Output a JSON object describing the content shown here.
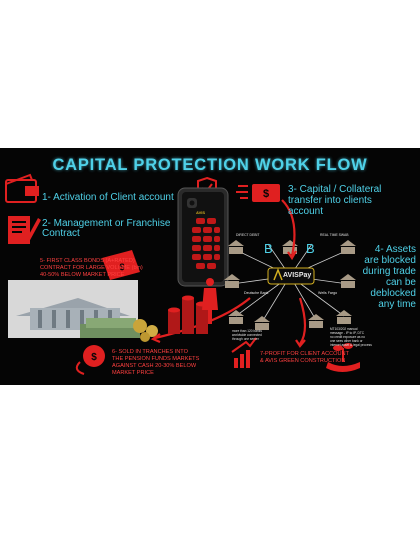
{
  "title": "CAPITAL PROTECTION WORK FLOW",
  "steps": {
    "s1": "1- Activation of Client account",
    "s2a": "2- Management  or Franchise",
    "s2b": "Contract",
    "s3a": "3- Capital / Collateral",
    "s3b": "transfer into clients",
    "s3c": "account",
    "s4a": "4- Assets",
    "s4b": "are blocked",
    "s4c": "during trade",
    "s4d": "can be",
    "s4e": "deblocked",
    "s4f": "any time",
    "s5a": "5- FIRST CLASS BONDS (A+RATED)",
    "s5b": "CONTRACT FOR LARGE VOLUME (bln)",
    "s5c": "40-50% BELOW MARKET PRICE",
    "s6a": "6- SOLD IN TRANCHES INTO",
    "s6b": "THE PENSION FUNDS MARKETS",
    "s6c": "AGAINST CASH 20-30% BELOW",
    "s6d": "MARKET PRICE",
    "s7a": "7-PROFIT FOR CLIENT ACCOUNT",
    "s7b": "& AVIS GREEN CONSTRUCTION"
  },
  "network": {
    "direct_debit": "DIRECT DEBIT",
    "real_time": "REAL TIME SWAB",
    "bank_left": "Deutsche Bank",
    "bank_right": "Wells Fargo",
    "brand": "AVISPay",
    "letter": "B",
    "note_left_a": "more than 120 banks",
    "note_left_b": "worldwide connected",
    "note_left_c": "through one server",
    "note_right_a": "MT103/202 manual",
    "note_right_b": "message - IP to IP, DTC",
    "note_right_c": "no credit exposure as no",
    "note_right_d": "one sees other bank or",
    "note_right_e": "internet asset & legal process"
  },
  "phone": {
    "label": "AVIS"
  },
  "colors": {
    "accent": "#4fd1e8",
    "red": "#e02020",
    "bg": "#050505"
  }
}
